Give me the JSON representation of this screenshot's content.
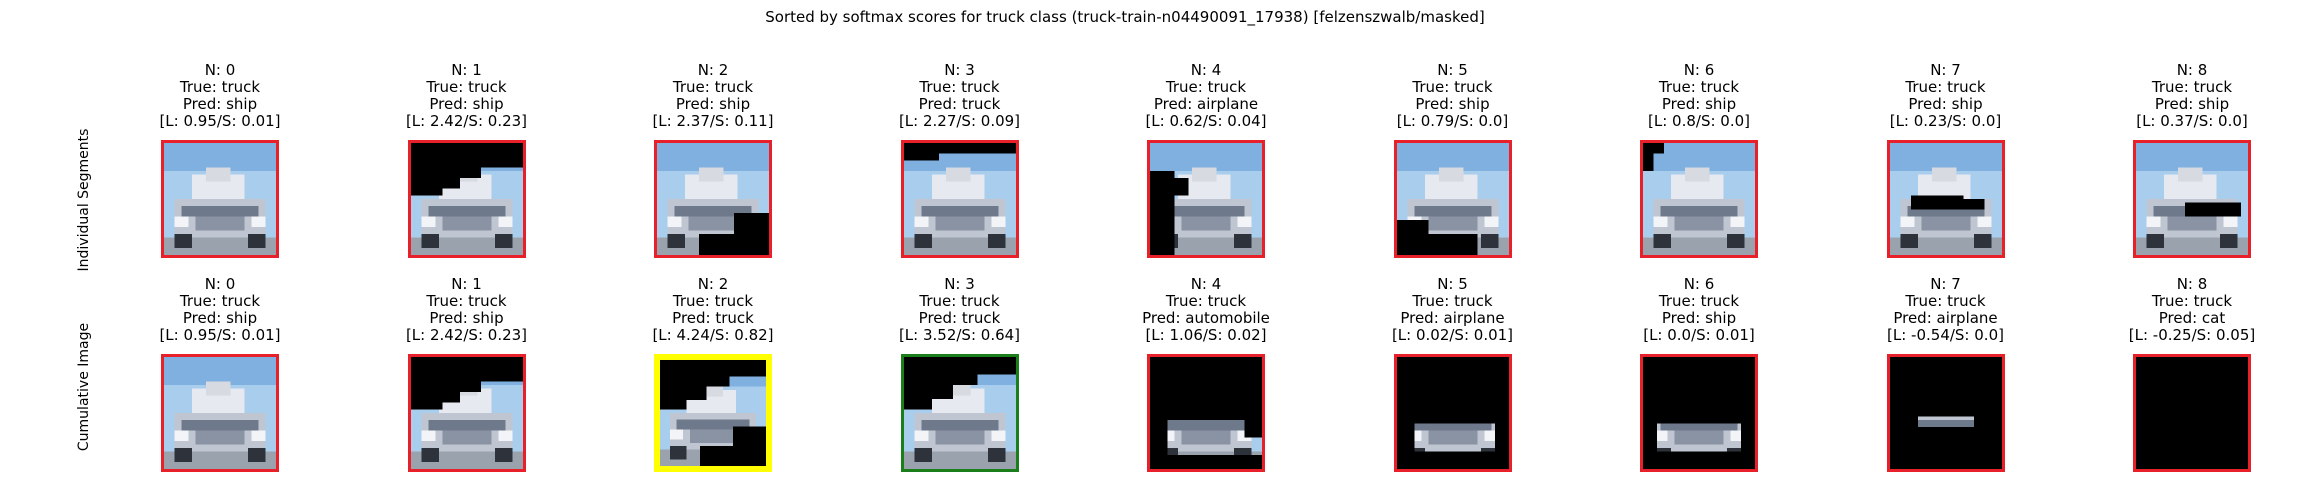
{
  "figure": {
    "title": "Sorted by softmax scores for truck class (truck-train-n04490091_17938) [felzenszwalb/masked]"
  },
  "colors": {
    "border_default": "#e8202a",
    "border_highlight": "#ffff00",
    "border_correct": "#1a7f1a",
    "sky": "#a9cdec",
    "truck_body": "#bfc6d2",
    "mask": "#000000"
  },
  "rows": [
    {
      "label": "Individual Segments",
      "panels": [
        {
          "n": "N: 0",
          "true": "True: truck",
          "pred": "Pred: ship",
          "scores": "[L: 0.95/S: 0.01]",
          "border": "red",
          "mask": "none"
        },
        {
          "n": "N: 1",
          "true": "True: truck",
          "pred": "Pred: ship",
          "scores": "[L: 2.42/S: 0.23]",
          "border": "red",
          "mask": "top-wedge"
        },
        {
          "n": "N: 2",
          "true": "True: truck",
          "pred": "Pred: ship",
          "scores": "[L: 2.37/S: 0.11]",
          "border": "red",
          "mask": "bottom-right"
        },
        {
          "n": "N: 3",
          "true": "True: truck",
          "pred": "Pred: truck",
          "scores": "[L: 2.27/S: 0.09]",
          "border": "red",
          "mask": "top-strip"
        },
        {
          "n": "N: 4",
          "true": "True: truck",
          "pred": "Pred: airplane",
          "scores": "[L: 0.62/S: 0.04]",
          "border": "red",
          "mask": "left-side"
        },
        {
          "n": "N: 5",
          "true": "True: truck",
          "pred": "Pred: ship",
          "scores": "[L: 0.79/S: 0.0]",
          "border": "red",
          "mask": "bottom-left"
        },
        {
          "n": "N: 6",
          "true": "True: truck",
          "pred": "Pred: ship",
          "scores": "[L: 0.8/S: 0.0]",
          "border": "red",
          "mask": "top-left-corner"
        },
        {
          "n": "N: 7",
          "true": "True: truck",
          "pred": "Pred: ship",
          "scores": "[L: 0.23/S: 0.0]",
          "border": "red",
          "mask": "middle-left-band"
        },
        {
          "n": "N: 8",
          "true": "True: truck",
          "pred": "Pred: ship",
          "scores": "[L: 0.37/S: 0.0]",
          "border": "red",
          "mask": "middle-right-band"
        }
      ]
    },
    {
      "label": "Cumulative Image",
      "panels": [
        {
          "n": "N: 0",
          "true": "True: truck",
          "pred": "Pred: ship",
          "scores": "[L: 0.95/S: 0.01]",
          "border": "red",
          "mask": "none"
        },
        {
          "n": "N: 1",
          "true": "True: truck",
          "pred": "Pred: ship",
          "scores": "[L: 2.42/S: 0.23]",
          "border": "red",
          "mask": "top-wedge"
        },
        {
          "n": "N: 2",
          "true": "True: truck",
          "pred": "Pred: truck",
          "scores": "[L: 4.24/S: 0.82]",
          "border": "yellow",
          "mask": "cum-2"
        },
        {
          "n": "N: 3",
          "true": "True: truck",
          "pred": "Pred: truck",
          "scores": "[L: 3.52/S: 0.64]",
          "border": "green",
          "mask": "cum-3"
        },
        {
          "n": "N: 4",
          "true": "True: truck",
          "pred": "Pred: automobile",
          "scores": "[L: 1.06/S: 0.02]",
          "border": "red",
          "mask": "cum-4"
        },
        {
          "n": "N: 5",
          "true": "True: truck",
          "pred": "Pred: airplane",
          "scores": "[L: 0.02/S: 0.01]",
          "border": "red",
          "mask": "cum-5"
        },
        {
          "n": "N: 6",
          "true": "True: truck",
          "pred": "Pred: ship",
          "scores": "[L: 0.0/S: 0.01]",
          "border": "red",
          "mask": "cum-6"
        },
        {
          "n": "N: 7",
          "true": "True: truck",
          "pred": "Pred: airplane",
          "scores": "[L: -0.54/S: 0.0]",
          "border": "red",
          "mask": "cum-7"
        },
        {
          "n": "N: 8",
          "true": "True: truck",
          "pred": "Pred: cat",
          "scores": "[L: -0.25/S: 0.05]",
          "border": "red",
          "mask": "cum-8"
        }
      ]
    }
  ]
}
